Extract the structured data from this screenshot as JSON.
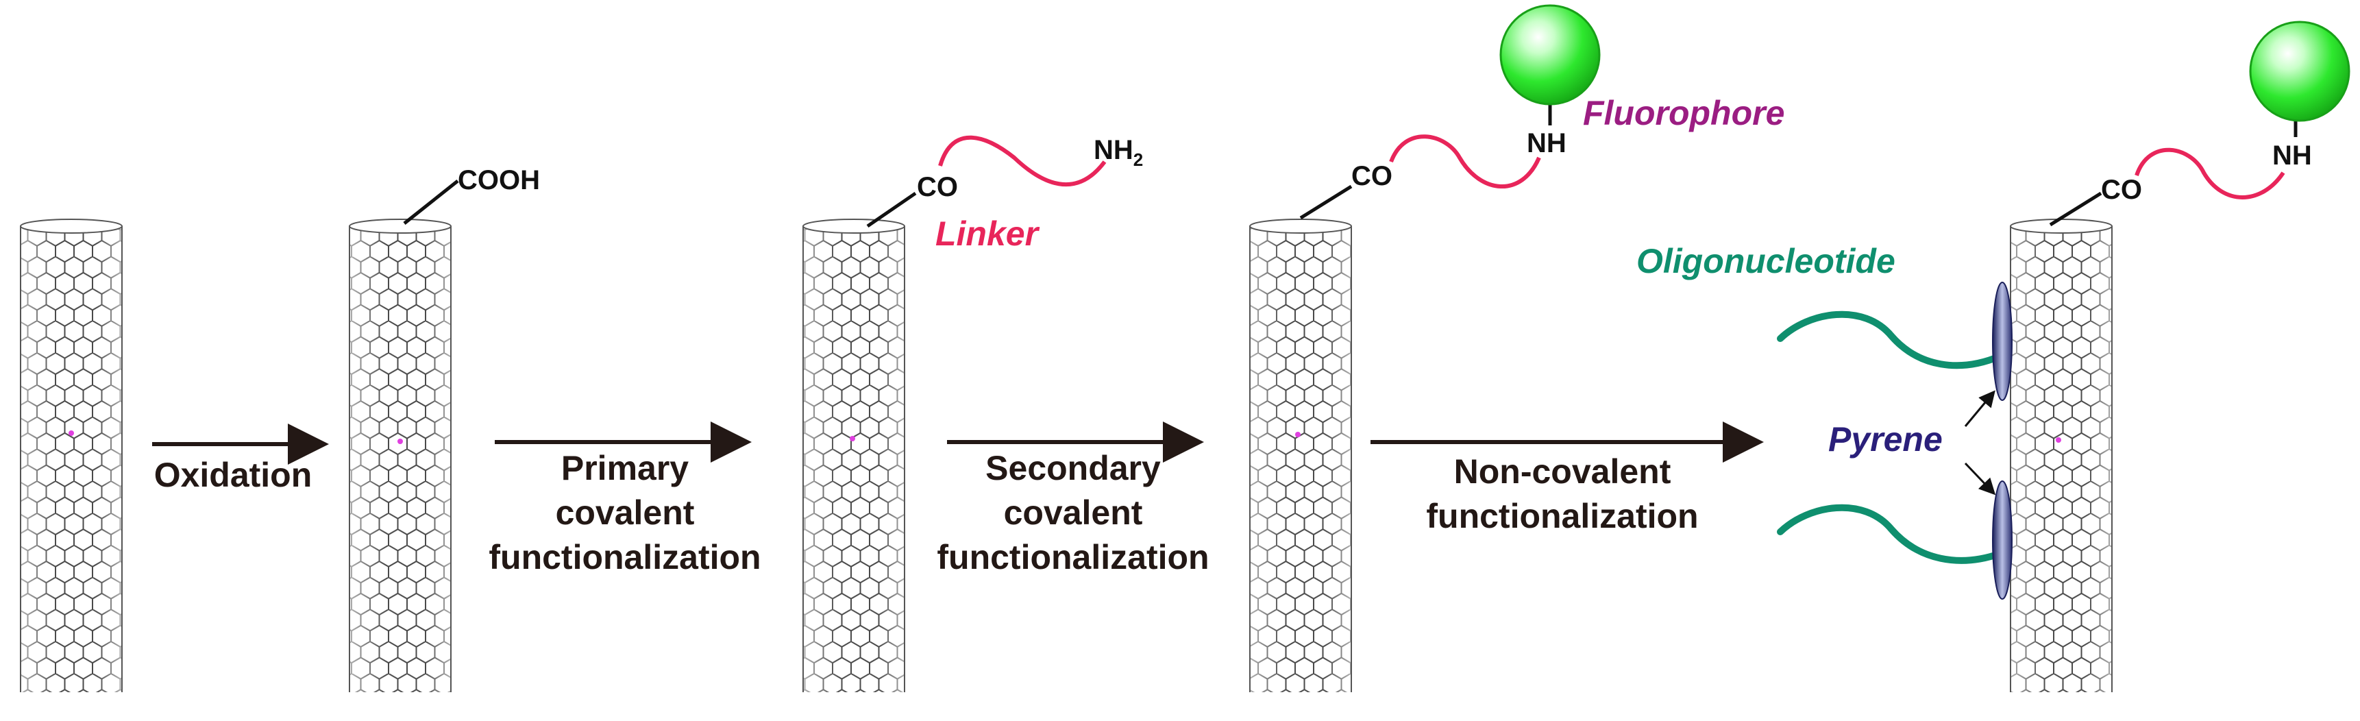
{
  "steps": {
    "oxidation": "Oxidation",
    "primary": [
      "Primary",
      "covalent",
      "functionalization"
    ],
    "secondary": [
      "Secondary",
      "covalent",
      "functionalization"
    ],
    "noncovalent": [
      "Non-covalent",
      "functionalization"
    ]
  },
  "chem": {
    "cooh": "COOH",
    "co": "CO",
    "nh2_main": "NH",
    "nh2_sub": "2",
    "nh": "NH"
  },
  "labels": {
    "linker": "Linker",
    "fluorophore": "Fluorophore",
    "oligonucleotide": "Oligonucleotide",
    "pyrene": "Pyrene"
  },
  "colors": {
    "linker": "#e8255a",
    "fluorophore": "#9b1d82",
    "oligonucleotide": "#0f8f6e",
    "pyrene": "#2a1f7a",
    "arrow": "#231815",
    "sphere": "#2ee82e",
    "nanotube": "#555555"
  }
}
